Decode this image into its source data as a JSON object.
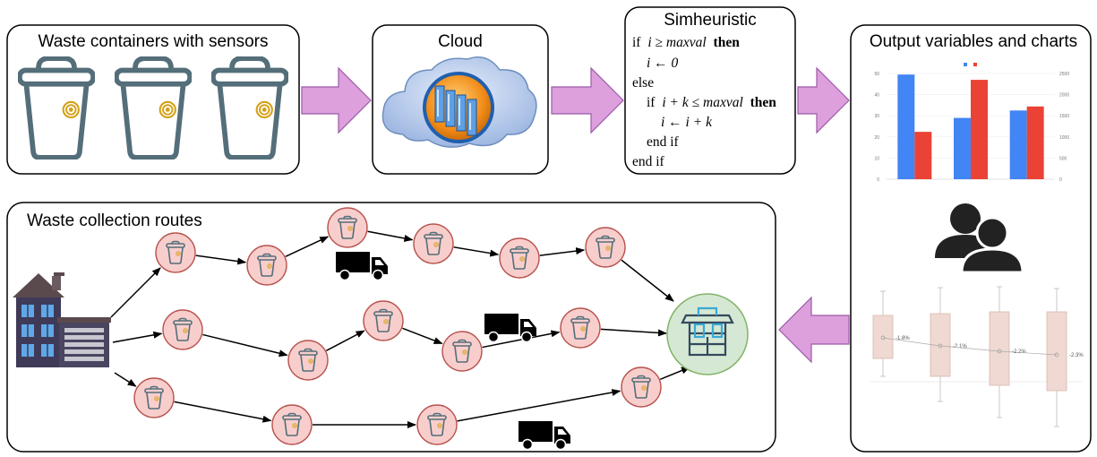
{
  "boxes": {
    "containers_title": "Waste containers with sensors",
    "cloud_title": "Cloud",
    "simheuristic_title": "Simheuristic",
    "output_title": "Output variables and charts",
    "routes_title": "Waste collection routes"
  },
  "algorithm": {
    "line1_kw": "if",
    "line1_math": "i ≥ maxval",
    "line1_then": "then",
    "line2": "i ← 0",
    "line3": "else",
    "line4_kw": "if",
    "line4_math": "i + k ≤ maxval",
    "line4_then": "then",
    "line5": "i ← i + k",
    "line6": "end if",
    "line7": "end if"
  },
  "bar_chart": {
    "left_ticks": [
      "50",
      "40",
      "30",
      "20",
      "10",
      "0"
    ],
    "right_ticks": [
      "2500",
      "2000",
      "1500",
      "1000",
      "500",
      "0"
    ],
    "left_max": 50,
    "right_max": 2500,
    "series_blue": [
      49.5,
      29,
      32.5
    ],
    "series_red_right_axis": [
      1120,
      2350,
      1720
    ],
    "colors": {
      "blue": "#4285f4",
      "red": "#ea4335"
    }
  },
  "box_plot": {
    "labels": [
      "-1.8%",
      "-2.1%",
      "-2.2%",
      "-2.3%"
    ],
    "fill": "#efd9d2"
  },
  "colors": {
    "arrow_fill": "#dda0dd",
    "arrow_stroke": "#9c5aa8",
    "bin_stroke": "#546e7a",
    "sensor": "#d4a017",
    "node_fill": "#f8cecc",
    "node_stroke": "#b85450",
    "depot_fill": "#d5e8d4",
    "depot_stroke": "#82b366",
    "cloud_fill": "#bcd0ee"
  }
}
